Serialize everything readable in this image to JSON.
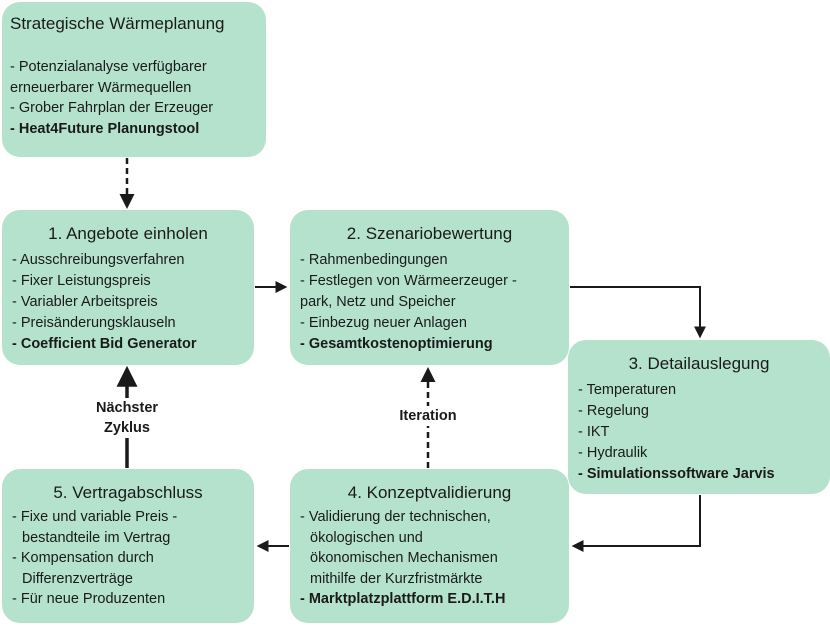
{
  "strategic": {
    "title": "Strategische Wärmeplanung",
    "items": [
      "- Potenzialanalyse verfügbarer",
      "erneuerbarer Wärmequellen",
      "- Grober Fahrplan der Erzeuger"
    ],
    "tool": "- Heat4Future Planungstool"
  },
  "step1": {
    "title": "1. Angebote einholen",
    "items": [
      "- Ausschreibungsverfahren",
      "- Fixer Leistungspreis",
      "- Variabler Arbeitspreis",
      "- Preisänderungsklauseln"
    ],
    "tool": "- Coefficient  Bid  Generator"
  },
  "step2": {
    "title": "2. Szenariobewertung",
    "items": [
      "- Rahmenbedingungen",
      "- Festlegen von Wärmeerzeuger     -",
      "park, Netz und Speicher",
      "- Einbezug neuer Anlagen"
    ],
    "tool": "- Gesamtkostenoptimierung"
  },
  "step3": {
    "title": "3. Detailauslegung",
    "items": [
      "- Temperaturen",
      "- Regelung",
      "- IKT",
      "- Hydraulik"
    ],
    "tool": "- Simulationssoftware Jarvis"
  },
  "step4": {
    "title": "4. Konzeptvalidierung",
    "items": [
      "- Validierung der technischen,",
      "ökologischen und",
      "ökonomischen Mechanismen",
      "mithilfe der Kurzfristmärkte"
    ],
    "tool": "- Marktplatzplattform E.D.I.T.H"
  },
  "step5": {
    "title": "5. Vertragabschluss",
    "items": [
      "- Fixe und variable Preis    -",
      "bestandteile  im Vertrag",
      "- Kompensation durch",
      "Differenzverträge",
      "- Für neue Produzenten"
    ]
  },
  "labels": {
    "next_cycle_line1": "Nächster",
    "next_cycle_line2": "Zyklus",
    "iteration": "Iteration"
  },
  "colors": {
    "box_fill": "#b5e2cd",
    "arrow": "#1a1a1a"
  }
}
